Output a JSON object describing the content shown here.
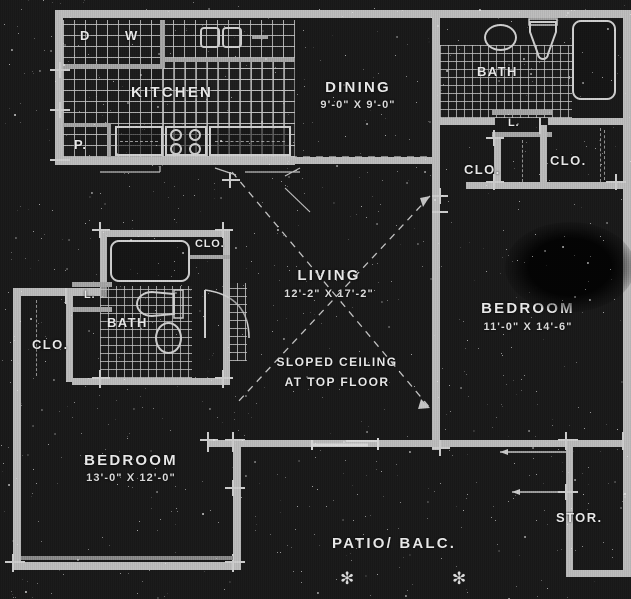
{
  "plan": {
    "title": "Apartment Floor Plan",
    "background_color": "#1b1b1b",
    "wall_color": "#bdbdbd",
    "text_color": "#e9e9e9"
  },
  "rooms": [
    {
      "id": "kitchen",
      "name": "KITCHEN",
      "dimensions": ""
    },
    {
      "id": "dining",
      "name": "DINING",
      "dimensions": "9'-0\" X 9'-0\""
    },
    {
      "id": "living",
      "name": "LIVING",
      "dimensions": "12'-2\" X 17'-2\""
    },
    {
      "id": "bedroom1",
      "name": "BEDROOM",
      "dimensions": "11'-0\" X 14'-6\""
    },
    {
      "id": "bedroom2",
      "name": "BEDROOM",
      "dimensions": "13'-0\" X 12'-0\""
    },
    {
      "id": "patio",
      "name": "PATIO/ BALC.",
      "dimensions": ""
    }
  ],
  "annotations": {
    "sloped_ceiling_line1": "SLOPED CEILING",
    "sloped_ceiling_line2": "AT TOP FLOOR"
  },
  "labels": {
    "bath_main": "BATH",
    "bath_master": "BATH",
    "linen_main": "L.",
    "linen_master": "L.",
    "closet_bedroom2": "CLO.",
    "closet_hall_small": "CLO.",
    "closet_bedroom1_left": "CLO.",
    "closet_bedroom1_right": "CLO.",
    "storage": "STOR.",
    "pantry": "P.",
    "dryer": "D",
    "washer": "W"
  },
  "markers": {
    "star_left": "✻",
    "star_right": "✻"
  }
}
